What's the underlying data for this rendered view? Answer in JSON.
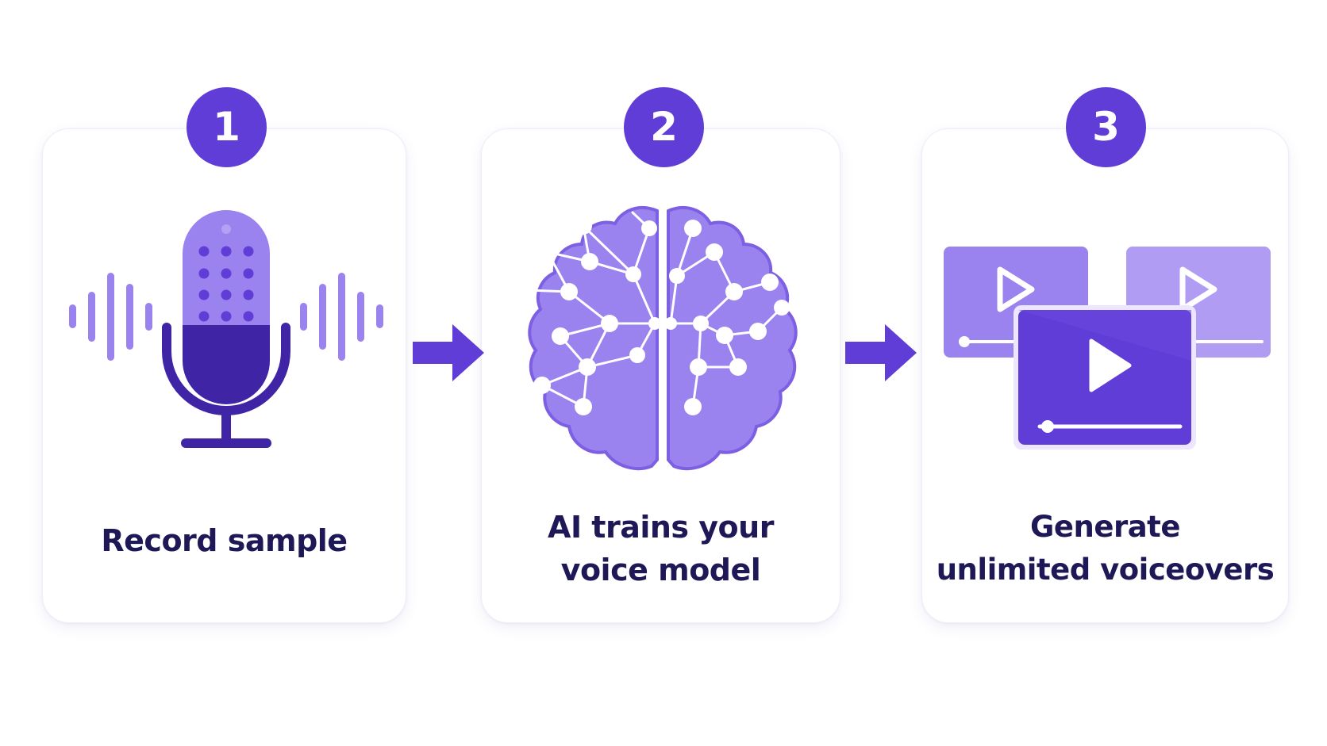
{
  "colors": {
    "accent": "#5f3dd6",
    "accent_light": "#9a82ef",
    "accent_dark": "#3f25a6",
    "text": "#1e1856",
    "card_border": "#efedf7"
  },
  "steps": [
    {
      "number": "1",
      "icon": "microphone-icon",
      "label_lines": [
        "Record sample"
      ]
    },
    {
      "number": "2",
      "icon": "brain-network-icon",
      "label_lines": [
        "AI trains your",
        "voice model"
      ]
    },
    {
      "number": "3",
      "icon": "video-players-icon",
      "label_lines": [
        "Generate",
        "unlimited voiceovers"
      ]
    }
  ],
  "connectors": [
    {
      "icon": "arrow-right-icon"
    },
    {
      "icon": "arrow-right-icon"
    }
  ]
}
